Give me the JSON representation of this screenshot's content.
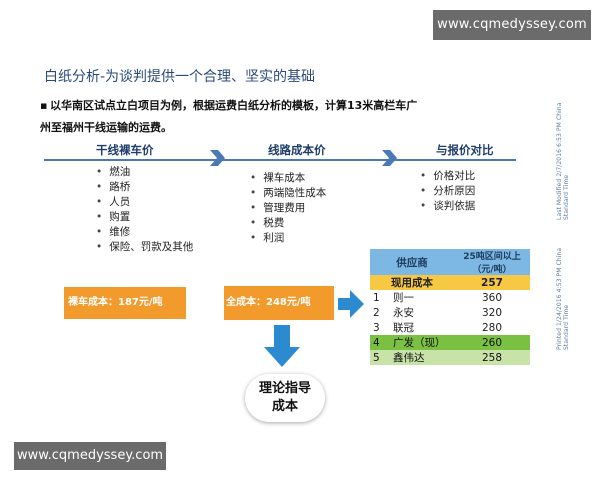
{
  "watermark": {
    "top": "www.cqmedyssey.com",
    "bottom": "www.cqmedyssey.com"
  },
  "slide": {
    "title": "白纸分析-为谈判提供一个合理、坚实的基础",
    "intro": "以华南区试点立白项目为例，根据运费白纸分析的模板，计算13米高栏车广州至福州干线运输的运费。"
  },
  "phases": [
    {
      "title": "干线裸车价",
      "items": [
        "燃油",
        "路桥",
        "人员",
        "购置",
        "维修",
        "保险、罚款及其他"
      ]
    },
    {
      "title": "线路成本价",
      "items": [
        "裸车成本",
        "两端隐性成本",
        "管理费用",
        "税费",
        "利润"
      ]
    },
    {
      "title": "与报价对比",
      "items": [
        "价格对比",
        "分析原因",
        "谈判依据"
      ]
    }
  ],
  "boxes": {
    "bare_cost": "裸车成本：187元/吨",
    "full_cost": "全成本：248元/吨"
  },
  "theory": {
    "line1": "理论指导",
    "line2": "成本"
  },
  "table": {
    "header": {
      "supplier": "供应商",
      "price": "25吨区间以上（元/吨）"
    },
    "current": {
      "label": "现用成本",
      "value": "257"
    },
    "rows": [
      {
        "idx": "1",
        "name": "则一",
        "value": "360"
      },
      {
        "idx": "2",
        "name": "永安",
        "value": "320"
      },
      {
        "idx": "3",
        "name": "联冠",
        "value": "280"
      },
      {
        "idx": "4",
        "name": "广发（现）",
        "value": "260"
      },
      {
        "idx": "5",
        "name": "鑫伟达",
        "value": "258"
      }
    ]
  },
  "side_notes": {
    "a": "Last Modified 2/7/2016 6:53 PM China Standard Time",
    "b": "Printed 1/24/2016 4:53 PM China Standard Time"
  },
  "colors": {
    "orange": "#f39a2c",
    "blue_arrow": "#2b8ad0",
    "header_blue": "#7db7e4",
    "yellow": "#f7c843",
    "green": "#7ac043"
  }
}
